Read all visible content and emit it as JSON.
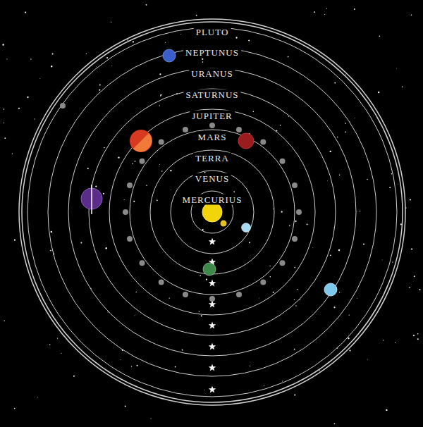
{
  "diagram": {
    "labels": [
      "PLUTO",
      "NEPTUNUS",
      "URANUS",
      "SATURNUS",
      "JUPITER",
      "MARS",
      "TERRA",
      "VENUS",
      "MERCURIUS"
    ]
  }
}
